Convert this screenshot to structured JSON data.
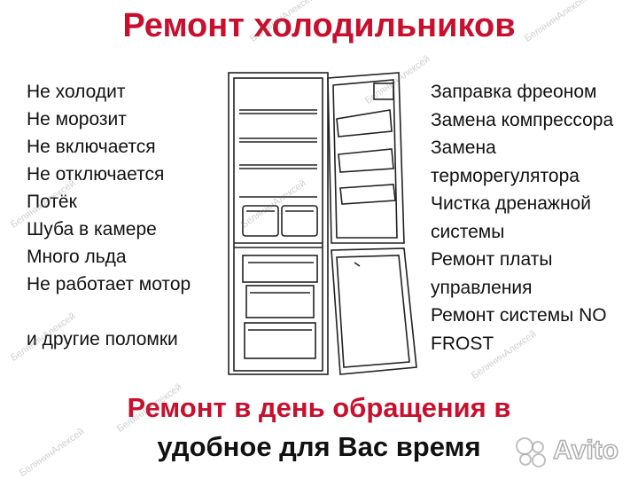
{
  "title": "Ремонт холодильников",
  "problems": [
    "Не холодит",
    "Не морозит",
    "Не включается",
    "Не отключается",
    "Потёк",
    "Шуба в камере",
    "Много льда",
    "Не работает мотор"
  ],
  "problems_extra": "и другие поломки",
  "services": [
    "Заправка фреоном",
    "Замена компрессора",
    "Замена",
    "терморегулятора",
    "Чистка дренажной",
    "системы",
    "Ремонт платы",
    "управления",
    "Ремонт системы NO",
    "FROST"
  ],
  "bottom": {
    "line1": "Ремонт в день обращения в",
    "line2": "удобное для Вас время"
  },
  "watermark": "БелянинАлексей",
  "logo": "Avito",
  "colors": {
    "accent": "#c8102e",
    "text": "#111111"
  }
}
